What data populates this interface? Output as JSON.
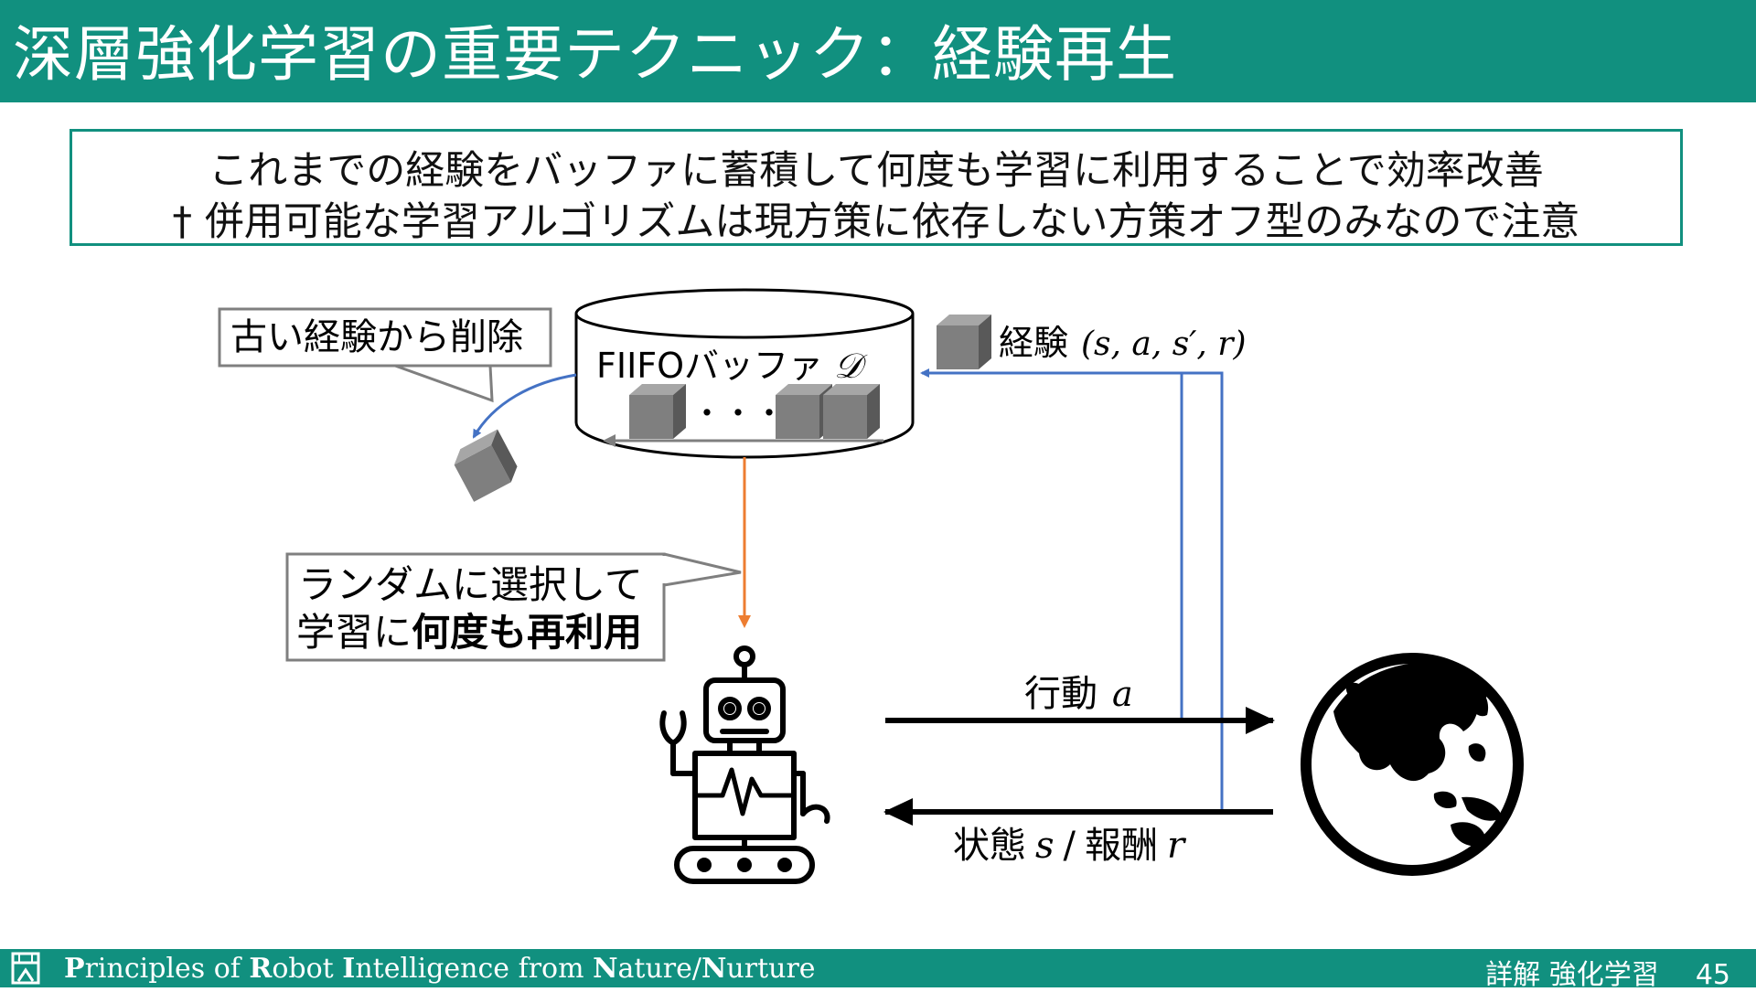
{
  "slide": {
    "title": "深層強化学習の重要テクニック：経験再生",
    "summary": {
      "line1": "これまでの経験をバッファに蓄積して何度も学習に利用することで効率改善",
      "line2": "† 併用可能な学習アルゴリズムは現方策に依存しない方策オフ型のみなので注意"
    }
  },
  "diagram": {
    "buffer_label": "FIIFOバッファ",
    "buffer_symbol": "𝒟",
    "dots": "・・・",
    "delete_callout": "古い経験から削除",
    "experience_label": "経験",
    "experience_tuple": "(s, a, s′, r)",
    "random_callout": {
      "line1": "ランダムに選択して",
      "line2_plain": "学習に",
      "line2_bold": "何度も再利用"
    },
    "action_label": "行動",
    "action_symbol": "a",
    "state_label": "状態",
    "state_symbol": "s",
    "separator": "/",
    "reward_label": "報酬",
    "reward_symbol": "r"
  },
  "colors": {
    "accent": "#11907f",
    "blue_arrow": "#4472c4",
    "orange_arrow": "#ed7d31",
    "cube_gray": "#7f7f7f"
  },
  "icons": [
    "robot-icon",
    "globe-icon",
    "cube-icon",
    "logo-icon"
  ],
  "footer": {
    "course_prefix": [
      {
        "bold": "P",
        "rest": "rinciples of "
      },
      {
        "bold": "R",
        "rest": "obot "
      },
      {
        "bold": "I",
        "rest": "ntelligence from "
      },
      {
        "bold": "N",
        "rest": "ature/"
      },
      {
        "bold": "N",
        "rest": "urture"
      }
    ],
    "book_title": "詳解 強化学習",
    "page_number": "45"
  }
}
